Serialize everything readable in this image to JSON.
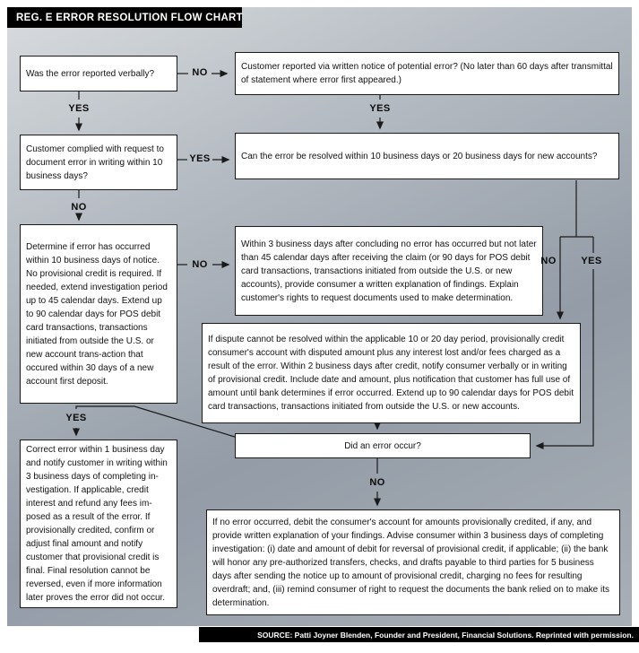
{
  "header": {
    "title": "REG. E ERROR RESOLUTION FLOW CHART"
  },
  "footer": {
    "source": "SOURCE: Patti Joyner Blenden, Founder and President, Financial Solutions. Reprinted with permission."
  },
  "labels": {
    "yes": "YES",
    "no": "NO"
  },
  "boxes": {
    "reported_verbally": "Was the error reported verbally?",
    "written_notice": "Customer reported via written notice of potential error? (No later than 60 days after transmittal of statement where error first appeared.)",
    "complied_request": "Customer complied with request to document error in writing within 10 business days?",
    "resolved_10_20": "Can the error be resolved within 10 business days or 20 business days for new accounts?",
    "determine_error": "Determine if error has occurred within 10 business days of notice. No provisional credit is required. If needed, extend investigation period up to 45 calendar days. Extend up to 90 calendar days for POS debit card transactions, transactions initiated from outside the U.S. or new account trans-action that occured within 30 days of a new account first deposit.",
    "written_explanation": "Within 3 business days after concluding no error has occurred but not later than 45 calendar days after receiving the claim (or 90 days for POS debit card transactions, transactions initiated from outside the U.S. or new accounts), provide consumer a written explanation of findings. Explain customer's rights to request documents used to make determination.",
    "provisional_credit": "If dispute cannot be resolved within the applicable 10 or 20 day period, provisionally credit consumer's account with disputed amount plus any interest lost and/or fees charged as a result of the error. Within 2 business days after credit, notify consumer verbally or in writing of provisional credit. Include date and amount, plus notification that customer has full use of amount until bank determines if error occurred. Extend up to 90 calendar days for POS debit card transactions, transactions initiated from outside the U.S. or new accounts.",
    "error_occur": "Did an error occur?",
    "correct_error": "Correct error within 1 business day and notify customer in writing within 3 business days of completing in-vestigation. If applicable, credit interest and refund any fees im-posed as a result of the error. If provisionally credited, confirm or adjust final amount and notify customer that provisional credit is final. Final resolution cannot be reversed, even if more information later proves the error did not occur.",
    "no_error_debit": "If no error occurred, debit the consumer's account for amounts provisionally credited, if any, and provide written explanation of your findings. Advise consumer within 3 business days of completing investigation: (i) date and amount of debit for reversal of provisional credit, if applicable; (ii) the bank will honor any pre-authorized transfers, checks, and drafts payable to third parties for 5 business days after sending the notice up to amount of provisional credit, charging no fees for resulting overdraft; and, (iii) remind consumer of right to request the documents the bank relied on to make its determination."
  },
  "colors": {
    "header_bg": "#000000",
    "footer_bg": "#000000",
    "box_bg": "#ffffff",
    "box_border": "#1a1a1a",
    "background_gray": "#a9b0b8",
    "text": "#111111"
  }
}
